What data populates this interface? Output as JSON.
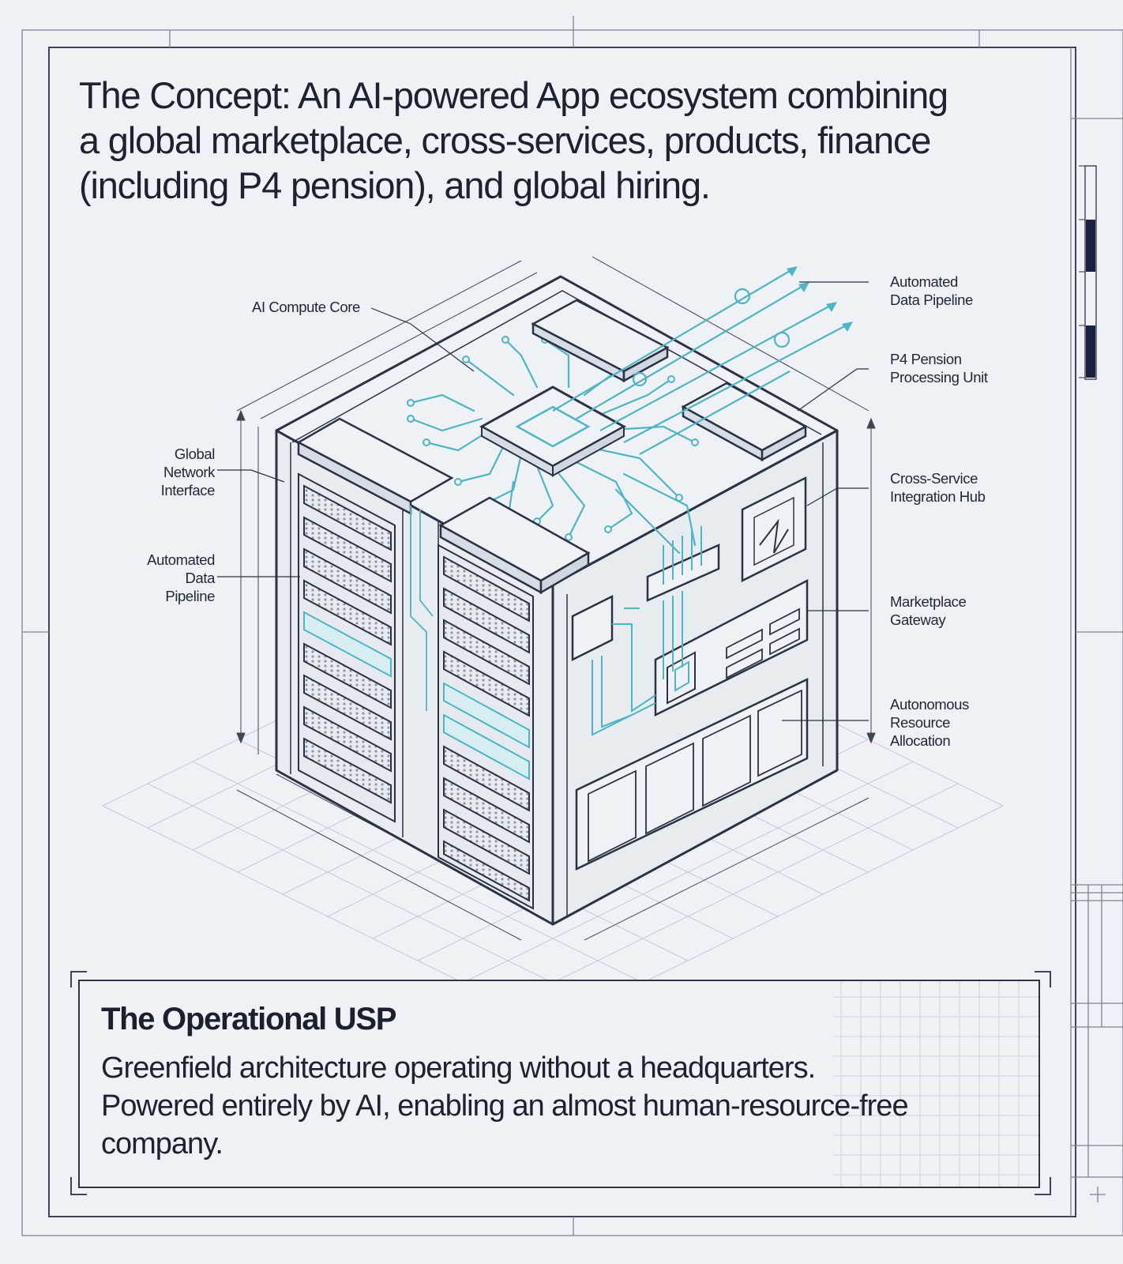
{
  "headline": {
    "lines": [
      "The Concept: An AI-powered App ecosystem combining",
      "a global marketplace, cross-services, products, finance",
      "(including P4 pension), and global hiring."
    ]
  },
  "callouts": {
    "ai_compute_core": [
      "AI Compute Core"
    ],
    "automated_data_pipeline_top": [
      "Automated",
      "Data Pipeline"
    ],
    "p4_pension_processing_unit": [
      "P4 Pension",
      "Processing Unit"
    ],
    "global_network_interface": [
      "Global",
      "Network",
      "Interface"
    ],
    "cross_service_integration_hub": [
      "Cross-Service",
      "Integration Hub"
    ],
    "automated_data_pipeline_left": [
      "Automated",
      "Data",
      "Pipeline"
    ],
    "marketplace_gateway": [
      "Marketplace",
      "Gateway"
    ],
    "autonomous_resource_allocation": [
      "Autonomous",
      "Resource",
      "Allocation"
    ]
  },
  "usp": {
    "title": "The Operational USP",
    "body_lines": [
      "Greenfield architecture operating without a headquarters.",
      "Powered entirely by AI, enabling an almost human-resource-free",
      "company."
    ]
  },
  "colors": {
    "line": "#2b3245",
    "accent": "#4fb4c4",
    "paper": "#eef1f5",
    "dark_block": "#1a2240"
  }
}
